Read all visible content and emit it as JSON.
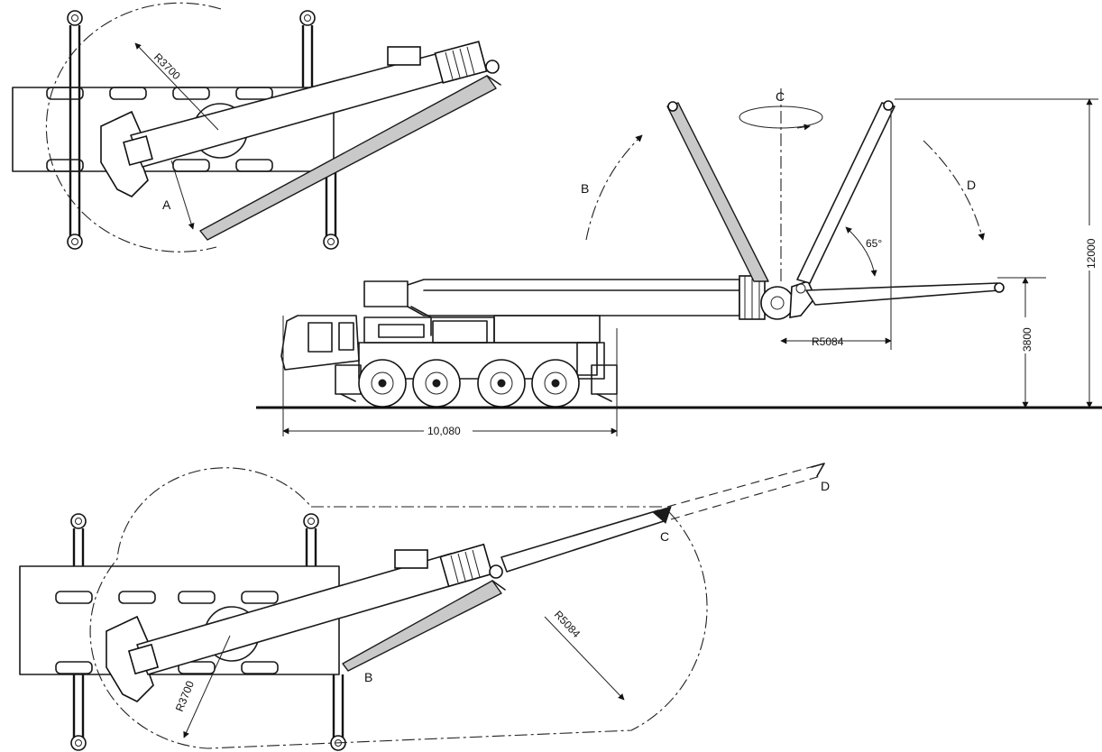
{
  "labels": {
    "top_sweep": "A",
    "top_radius": "R3700",
    "side_luff_left": "B",
    "side_slew": "C",
    "side_luff_right": "D",
    "side_angle": "65°",
    "side_radius": "R5084",
    "side_total_height": "12000",
    "side_pivot_height": "3800",
    "side_length": "10,080",
    "bottom_point_b": "B",
    "bottom_point_c": "C",
    "bottom_point_d": "D",
    "bottom_radius_jib": "R5084",
    "bottom_radius_base": "R3700"
  }
}
